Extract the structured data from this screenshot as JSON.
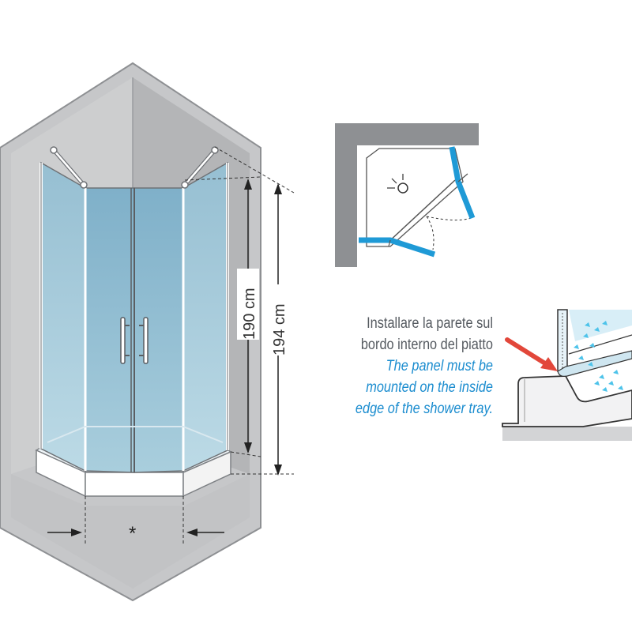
{
  "dimensions": {
    "inner_height": "190 cm",
    "total_height": "194 cm",
    "width_marker": "*"
  },
  "note": {
    "it_line1": "Installare la parete sul",
    "it_line2": "bordo interno del piatto",
    "en_line1": "The panel must be",
    "en_line2": "mounted on the inside",
    "en_line3": "edge of the shower tray."
  },
  "colors": {
    "wall": "#bcbdbf",
    "wall_dark": "#8e9093",
    "glass": "#8fb9cf",
    "accent_blue": "#1f9ad6",
    "water_drops": "#4dc3ea",
    "arrow_red": "#e2473a",
    "text_grey": "#555a60",
    "text_blue": "#1a8ccf"
  }
}
